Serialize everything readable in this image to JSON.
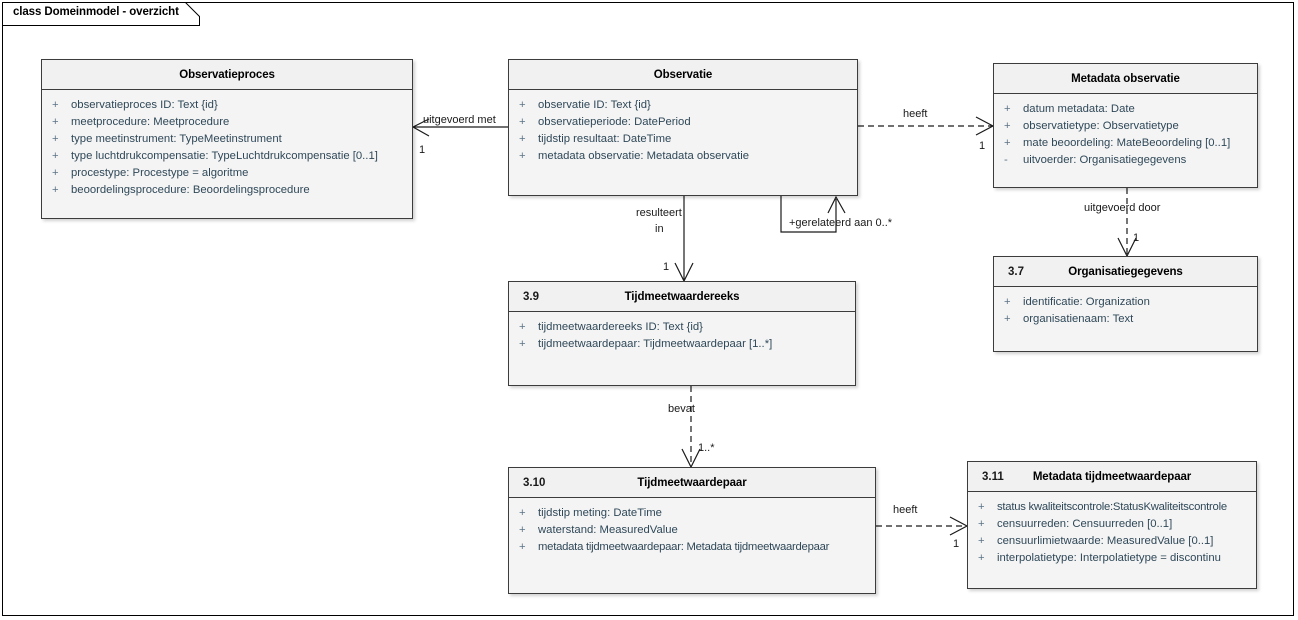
{
  "frame": {
    "label": "class Domeinmodel - overzicht"
  },
  "colors": {
    "box_header": "#f1f1f1",
    "box_body": "#f4f4f4",
    "box_border": "#3c3c3c",
    "attribute_text": "#2f4858",
    "visibility_text": "#5b7386",
    "line": "#1a1a1a"
  },
  "classes": [
    {
      "id": "observatieproces",
      "number": "",
      "name": "Observatieproces",
      "attributes": [
        {
          "visibility": "+",
          "signature": "observatieproces ID: Text {id}"
        },
        {
          "visibility": "+",
          "signature": "meetprocedure: Meetprocedure"
        },
        {
          "visibility": "+",
          "signature": "type meetinstrument: TypeMeetinstrument"
        },
        {
          "visibility": "+",
          "signature": "type luchtdrukcompensatie: TypeLuchtdrukcompensatie [0..1]"
        },
        {
          "visibility": "+",
          "signature": "procestype: Procestype = algoritme"
        },
        {
          "visibility": "+",
          "signature": "beoordelingsprocedure: Beoordelingsprocedure"
        }
      ]
    },
    {
      "id": "observatie",
      "number": "",
      "name": "Observatie",
      "attributes": [
        {
          "visibility": "+",
          "signature": "observatie ID: Text {id}"
        },
        {
          "visibility": "+",
          "signature": "observatieperiode: DatePeriod"
        },
        {
          "visibility": "+",
          "signature": "tijdstip resultaat: DateTime"
        },
        {
          "visibility": "+",
          "signature": "metadata observatie: Metadata observatie"
        }
      ]
    },
    {
      "id": "metadata-observatie",
      "number": "",
      "name": "Metadata observatie",
      "attributes": [
        {
          "visibility": "+",
          "signature": "datum metadata: Date"
        },
        {
          "visibility": "+",
          "signature": "observatietype: Observatietype"
        },
        {
          "visibility": "+",
          "signature": "mate beoordeling: MateBeoordeling [0..1]"
        },
        {
          "visibility": "-",
          "signature": "uitvoerder: Organisatiegegevens"
        }
      ]
    },
    {
      "id": "organisatiegegevens",
      "number": "3.7",
      "name": "Organisatiegegevens",
      "attributes": [
        {
          "visibility": "+",
          "signature": "identificatie: Organization"
        },
        {
          "visibility": "+",
          "signature": "organisatienaam: Text"
        }
      ]
    },
    {
      "id": "tijdmeetwaardereeks",
      "number": "3.9",
      "name": "Tijdmeetwaardereeks",
      "attributes": [
        {
          "visibility": "+",
          "signature": "tijdmeetwaardereeks ID: Text {id}"
        },
        {
          "visibility": "+",
          "signature": "tijdmeetwaardepaar: Tijdmeetwaardepaar [1..*]"
        }
      ]
    },
    {
      "id": "tijdmeetwaardepaar",
      "number": "3.10",
      "name": "Tijdmeetwaardepaar",
      "attributes": [
        {
          "visibility": "+",
          "signature": "tijdstip meting: DateTime"
        },
        {
          "visibility": "+",
          "signature": "waterstand: MeasuredValue"
        },
        {
          "visibility": "+",
          "signature": "metadata tijdmeetwaardepaar: Metadata tijdmeetwaardepaar"
        }
      ]
    },
    {
      "id": "metadata-tijdmeetwaardepaar",
      "number": "3.11",
      "name": "Metadata tijdmeetwaardepaar",
      "attributes": [
        {
          "visibility": "+",
          "signature": "status kwaliteitscontrole:StatusKwaliteitscontrole"
        },
        {
          "visibility": "+",
          "signature": "censuurreden: Censuurreden [0..1]"
        },
        {
          "visibility": "+",
          "signature": "censuurlimietwaarde: MeasuredValue [0..1]"
        },
        {
          "visibility": "+",
          "signature": "interpolatietype: Interpolatietype = discontinu"
        }
      ]
    }
  ],
  "connectors": [
    {
      "id": "uitgevoerd-met",
      "label": "uitgevoerd met",
      "multiplicity": "1",
      "from": "observatie",
      "to": "observatieproces",
      "style": "solid"
    },
    {
      "id": "heeft-metadata-observatie",
      "label": "heeft",
      "multiplicity": "1",
      "from": "observatie",
      "to": "metadata-observatie",
      "style": "dashed"
    },
    {
      "id": "gerelateerd-aan",
      "label": "+gerelateerd aan 0..*",
      "multiplicity": "",
      "from": "observatie",
      "to": "observatie",
      "style": "solid"
    },
    {
      "id": "resulteert-in",
      "label_line1": "resulteert",
      "label_line2": "in",
      "multiplicity": "1",
      "from": "observatie",
      "to": "tijdmeetwaardereeks",
      "style": "solid"
    },
    {
      "id": "uitgevoerd-door",
      "label": "uitgevoerd door",
      "multiplicity": "1",
      "from": "metadata-observatie",
      "to": "organisatiegegevens",
      "style": "dashed"
    },
    {
      "id": "bevat",
      "label": "bevat",
      "multiplicity": "1..*",
      "from": "tijdmeetwaardereeks",
      "to": "tijdmeetwaardepaar",
      "style": "dashed"
    },
    {
      "id": "heeft-metadata-tijdmeetwaardepaar",
      "label": "heeft",
      "multiplicity": "1",
      "from": "tijdmeetwaardepaar",
      "to": "metadata-tijdmeetwaardepaar",
      "style": "dashed"
    }
  ]
}
